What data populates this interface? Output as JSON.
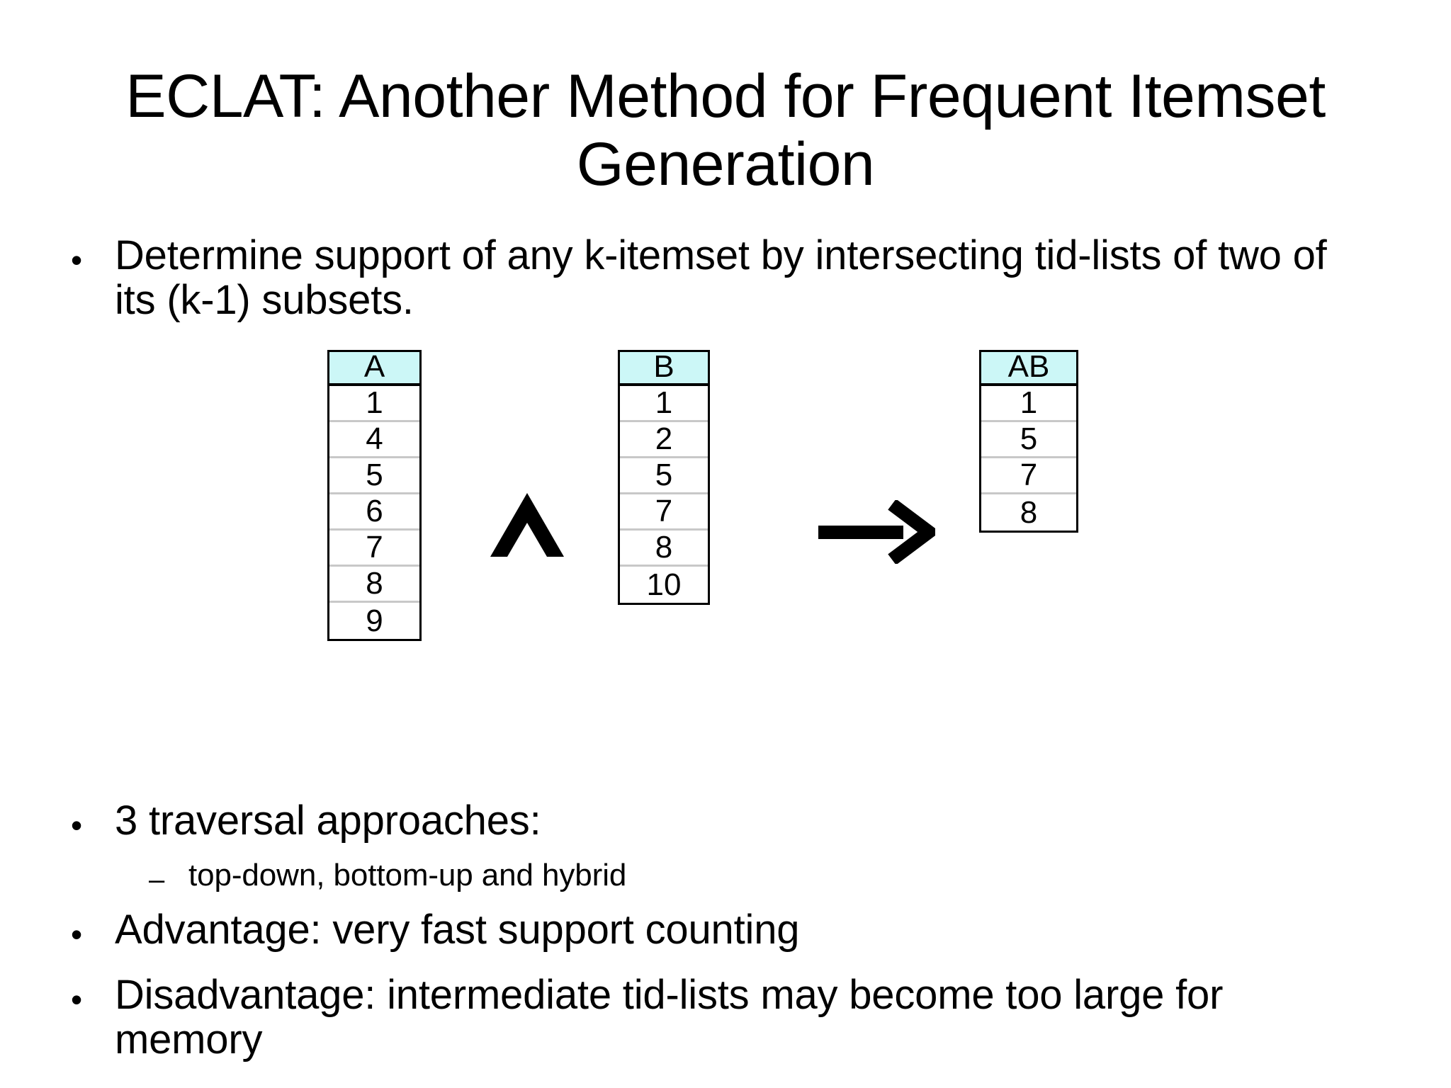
{
  "slide": {
    "title": "ECLAT: Another Method for Frequent Itemset Generation",
    "background_color": "#FFFFFF",
    "text_color": "#000000"
  },
  "bullets": {
    "glyph": "•",
    "sub_glyph": "–",
    "determine": "Determine support of any k-itemset by intersecting tid-lists of two of its (k-1) subsets.",
    "traversal": "3 traversal approaches:",
    "traversal_modes": "top-down, bottom-up and hybrid",
    "advantage": "Advantage: very fast support counting",
    "disadvantage": "Disadvantage: intermediate tid-lists may become too large for memory"
  },
  "diagram": {
    "header_fill": "#CCF7F7",
    "border_color": "#000000",
    "row_divider_color": "#C8C8C8",
    "and_symbol": "∧",
    "and_symbol_name": "logical-and-wedge",
    "arrow_symbol": "→",
    "arrow_symbol_name": "right-arrow",
    "tidlists": [
      {
        "header": "A",
        "tids": [
          "1",
          "4",
          "5",
          "6",
          "7",
          "8",
          "9"
        ]
      },
      {
        "header": "B",
        "tids": [
          "1",
          "2",
          "5",
          "7",
          "8",
          "10"
        ]
      },
      {
        "header": "AB",
        "tids": [
          "1",
          "5",
          "7",
          "8"
        ]
      }
    ]
  }
}
